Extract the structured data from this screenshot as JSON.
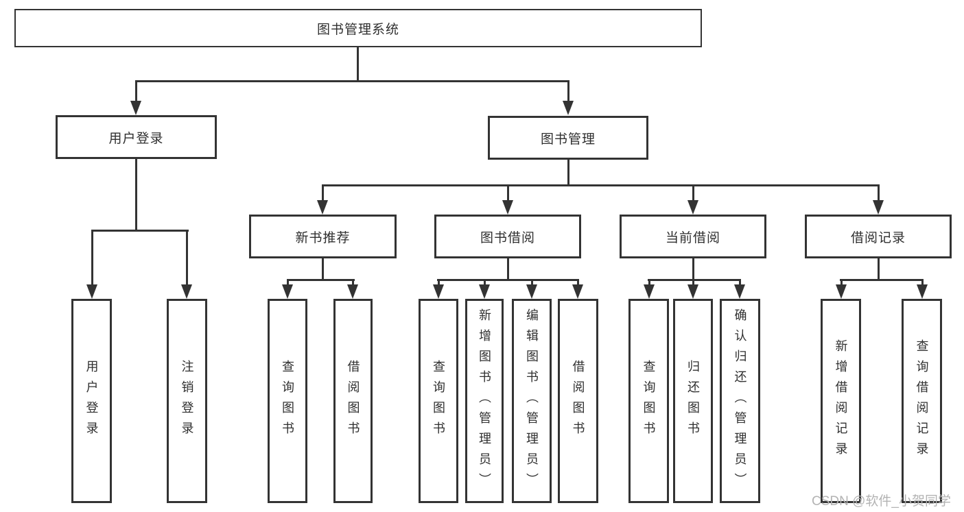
{
  "diagram": {
    "type": "tree",
    "root": {
      "label": "图书管理系统",
      "children": [
        {
          "label": "用户登录",
          "children": [
            {
              "label": "用户登录"
            },
            {
              "label": "注销登录"
            }
          ]
        },
        {
          "label": "图书管理",
          "children": [
            {
              "label": "新书推荐",
              "children": [
                {
                  "label": "查询图书"
                },
                {
                  "label": "借阅图书"
                }
              ]
            },
            {
              "label": "图书借阅",
              "children": [
                {
                  "label": "查询图书"
                },
                {
                  "label": "新增图书（管理员）"
                },
                {
                  "label": "编辑图书（管理员）"
                },
                {
                  "label": "借阅图书"
                }
              ]
            },
            {
              "label": "当前借阅",
              "children": [
                {
                  "label": "查询图书"
                },
                {
                  "label": "归还图书"
                },
                {
                  "label": "确认归还（管理员）"
                }
              ]
            },
            {
              "label": "借阅记录",
              "children": [
                {
                  "label": "新增借阅记录"
                },
                {
                  "label": "查询借阅记录"
                }
              ]
            }
          ]
        }
      ]
    }
  },
  "watermark": "CSDN @软件_小贺同学",
  "colors": {
    "line": "#333333",
    "text": "#2f2f2f",
    "watermark": "#b3b3b3",
    "background": "#ffffff"
  }
}
